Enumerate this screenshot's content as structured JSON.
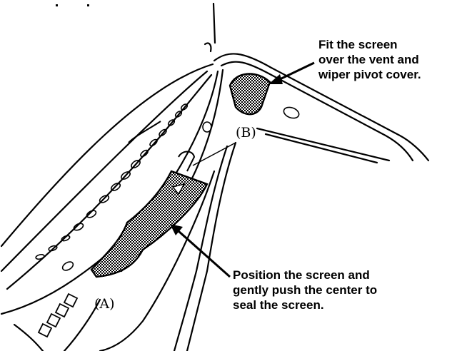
{
  "callouts": {
    "vent_screen": {
      "lines": [
        "Fit the screen",
        "over the vent and",
        "wiper pivot cover."
      ]
    },
    "center_screen": {
      "lines": [
        "Position the screen and",
        "gently push the center to",
        "seal the screen."
      ]
    }
  },
  "part_labels": {
    "a": "(A)",
    "b": "(B)"
  },
  "colors": {
    "ink": "#000000",
    "paper": "#ffffff"
  }
}
